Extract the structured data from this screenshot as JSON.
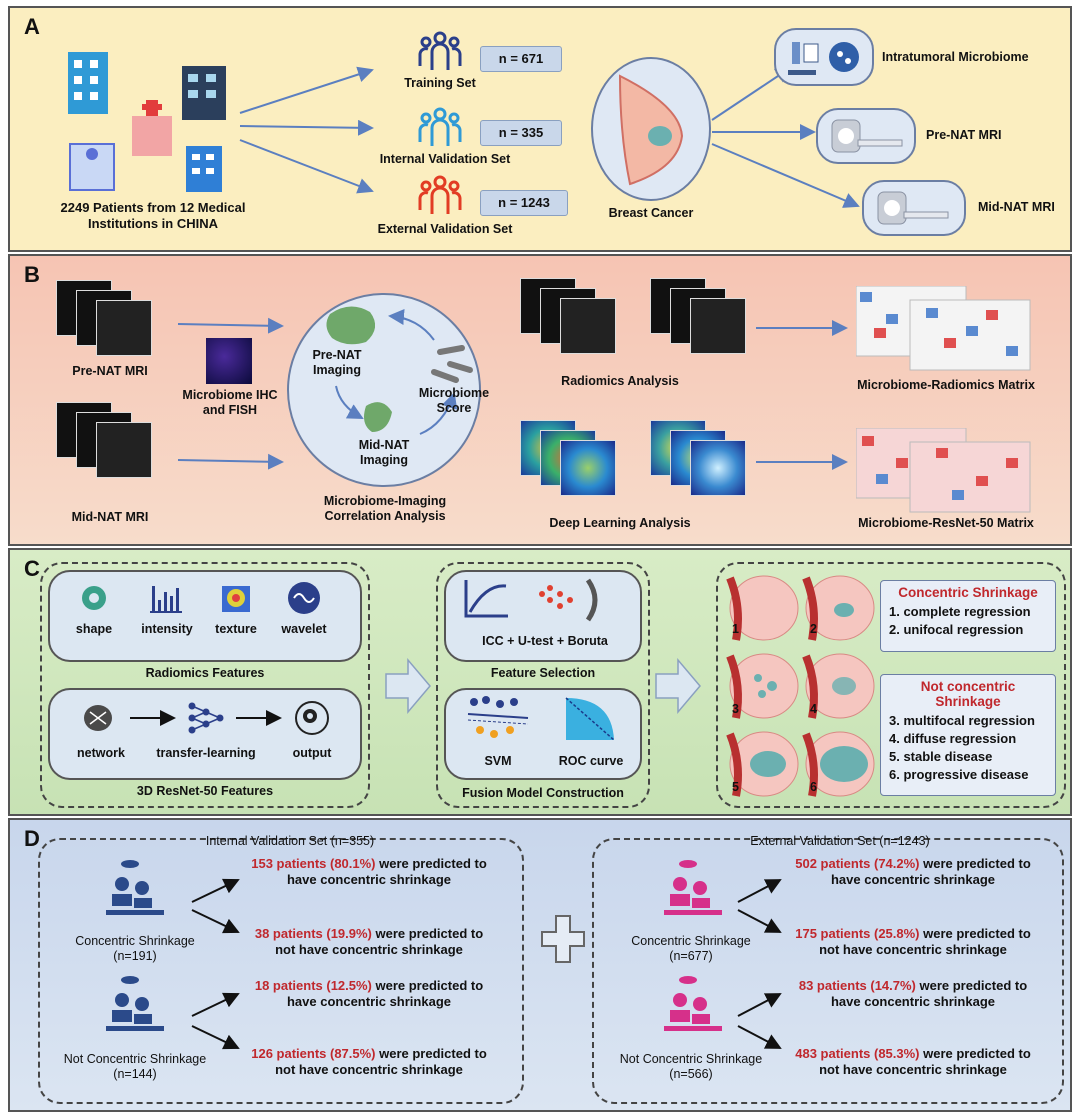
{
  "panels": {
    "a": {
      "letter": "A",
      "patients_label": "2249 Patients from 12 Medical Institutions in CHINA",
      "sets": [
        {
          "name": "Training Set",
          "n": "n = 671",
          "color": "#2b3f8a"
        },
        {
          "name": "Internal Validation Set",
          "n": "n = 335",
          "color": "#2f9ad6"
        },
        {
          "name": "External Validation Set",
          "n": "n = 1243",
          "color": "#e23c24"
        }
      ],
      "breast_label": "Breast Cancer",
      "outputs": [
        "Intratumoral Microbiome",
        "Pre-NAT MRI",
        "Mid-NAT MRI"
      ]
    },
    "b": {
      "letter": "B",
      "pre_mri": "Pre-NAT MRI",
      "mid_mri": "Mid-NAT MRI",
      "ihc": "Microbiome IHC and FISH",
      "pre_imaging": "Pre-NAT Imaging",
      "mid_imaging": "Mid-NAT Imaging",
      "score": "Microbiome Score",
      "correlation": "Microbiome-Imaging Correlation Analysis",
      "radiomics": "Radiomics Analysis",
      "deep": "Deep Learning Analysis",
      "matrix1": "Microbiome-Radiomics Matrix",
      "matrix2": "Microbiome-ResNet-50 Matrix"
    },
    "c": {
      "letter": "C",
      "features": [
        "shape",
        "intensity",
        "texture",
        "wavelet"
      ],
      "radiomics_features": "Radiomics Features",
      "resnet_steps": [
        "network",
        "transfer-learning",
        "output"
      ],
      "resnet_features": "3D ResNet-50 Features",
      "selection_items": [
        "ICC",
        "+",
        "U-test",
        "+",
        "Boruta"
      ],
      "feature_selection": "Feature Selection",
      "svm": "SVM",
      "roc": "ROC curve",
      "fusion": "Fusion Model Construction",
      "concentric_title": "Concentric Shrinkage",
      "concentric_items": [
        "1. complete regression",
        "2. unifocal regression"
      ],
      "not_concentric_title": "Not concentric Shrinkage",
      "not_concentric_items": [
        "3. multifocal regression",
        "4. diffuse regression",
        "5. stable disease",
        "6. progressive disease"
      ],
      "tumor_numbers": [
        "1",
        "2",
        "3",
        "4",
        "5",
        "6"
      ]
    },
    "d": {
      "letter": "D",
      "internal": {
        "title": "Internal Validation Set (n=355)",
        "group1": "Concentric Shrinkage",
        "group1_n": "(n=191)",
        "group2": "Not Concentric Shrinkage",
        "group2_n": "(n=144)",
        "preds": [
          {
            "red": "153 patients (80.1%)",
            "rest": " were predicted to",
            "line2": "have concentric shrinkage"
          },
          {
            "red": "38 patients (19.9%)",
            "rest": " were predicted to",
            "line2": "not have concentric shrinkage"
          },
          {
            "red": "18 patients (12.5%)",
            "rest": " were predicted to",
            "line2": "have concentric shrinkage"
          },
          {
            "red": "126 patients (87.5%)",
            "rest": " were predicted to",
            "line2": "not have concentric shrinkage"
          }
        ]
      },
      "external": {
        "title": "External Validation Set (n=1243)",
        "group1": "Concentric Shrinkage",
        "group1_n": "(n=677)",
        "group2": "Not Concentric Shrinkage",
        "group2_n": "(n=566)",
        "preds": [
          {
            "red": "502 patients (74.2%)",
            "rest": " were predicted to",
            "line2": "have concentric shrinkage"
          },
          {
            "red": "175 patients (25.8%)",
            "rest": " were predicted to",
            "line2": "not have concentric shrinkage"
          },
          {
            "red": "83 patients (14.7%)",
            "rest": " were predicted to",
            "line2": "have concentric shrinkage"
          },
          {
            "red": "483 patients (85.3%)",
            "rest": " were predicted to",
            "line2": "not have concentric shrinkage"
          }
        ]
      }
    }
  },
  "colors": {
    "panel_a_bg": "#fbeec0",
    "panel_b_bg": "#f7cdb4",
    "panel_c_bg": "#d3e8c2",
    "panel_d_bg": "#cfdbee",
    "arrow": "#5b7fc0",
    "accent_red": "#c0282d",
    "icon_blue": "#2f9ad6",
    "icon_navy": "#2b3f8a",
    "icon_pink": "#d6308a"
  }
}
